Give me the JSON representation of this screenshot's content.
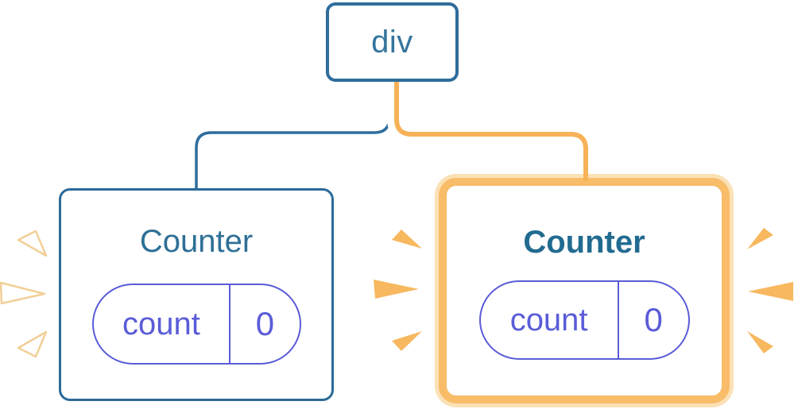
{
  "diagram": {
    "description": "React render tree: a div parent with two Counter children; the second Counter is highlighted as freshly rendered",
    "root": {
      "label": "div"
    },
    "children": [
      {
        "title": "Counter",
        "state": {
          "key": "count",
          "value": "0"
        },
        "highlighted": false
      },
      {
        "title": "Counter",
        "state": {
          "key": "count",
          "value": "0"
        },
        "highlighted": true
      }
    ]
  },
  "colors": {
    "blue": "#2E6D9C",
    "title_blue": "#2E7096",
    "title_blue_bold": "#226B90",
    "purple": "#5A5CD8",
    "orange": "#F8B85F",
    "orange_core": "#F7B258",
    "orange_border": "#F9BC68",
    "cream_glow": "#FBE1B6",
    "faded_spark_stroke": "#F2CF97",
    "white": "#FFFFFF"
  }
}
